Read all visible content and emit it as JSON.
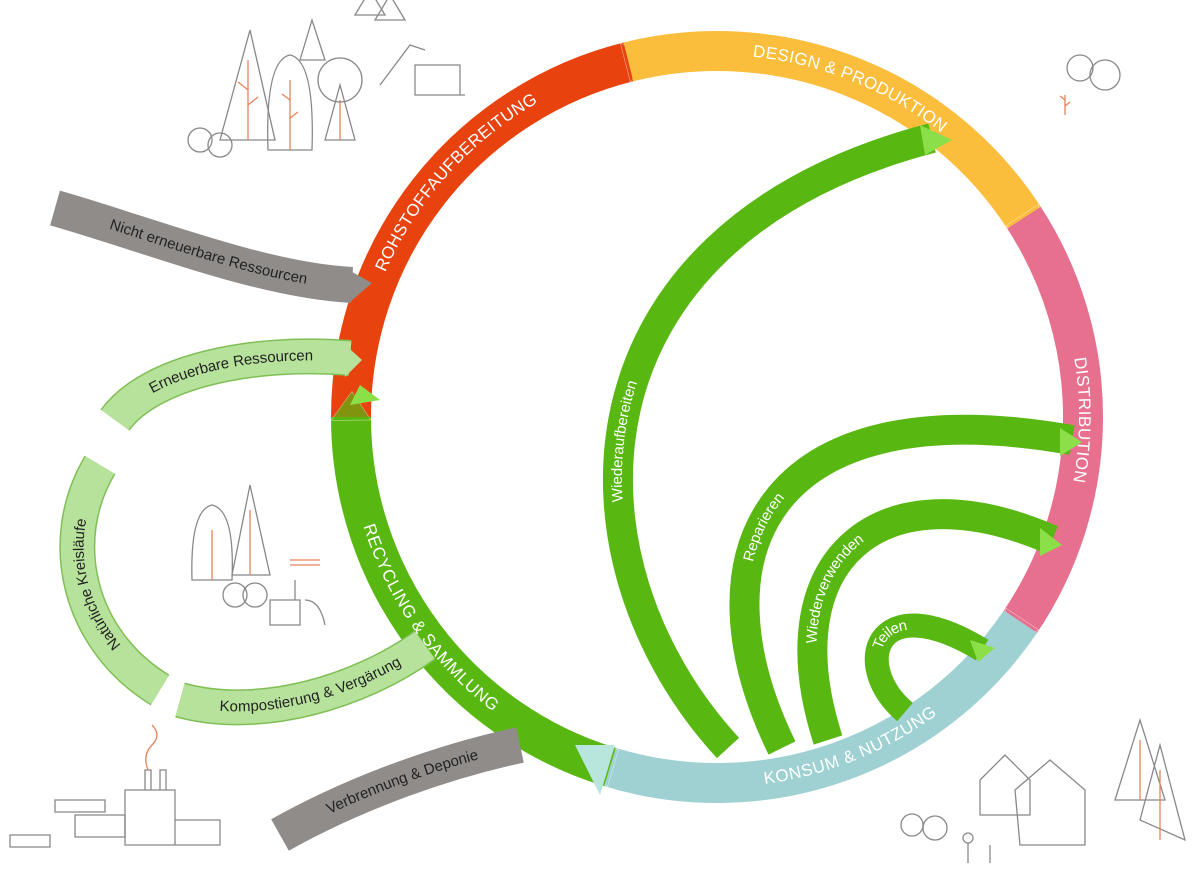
{
  "diagram": {
    "ring_segments": [
      {
        "label": "ROHSTOFFAUFBEREITUNG",
        "color": "#e8430f"
      },
      {
        "label": "DESIGN & PRODUKTION",
        "color": "#fbbd3c"
      },
      {
        "label": "DISTRIBUTION",
        "color": "#e8708f"
      },
      {
        "label": "KONSUM & NUTZUNG",
        "color": "#9fd1d3"
      },
      {
        "label": "RECYCLING & SAMMLUNG",
        "color": "#58b710"
      }
    ],
    "inner_loops": [
      {
        "label": "Wiederaufbereiten"
      },
      {
        "label": "Reparieren"
      },
      {
        "label": "Wiederverwenden"
      },
      {
        "label": "Teilen"
      }
    ],
    "side_flows": {
      "non_renewable": "Nicht erneuerbare  Ressourcen",
      "renewable": "Erneuerbare  Ressourcen",
      "natural_cycles": "Natürliche Kreisläufe",
      "composting": "Kompostierung & Vergärung",
      "incineration": "Verbrennung & Deponie"
    },
    "colors": {
      "loop_green": "#58b710",
      "light_green": "#b7e29b",
      "gray": "#8f8c8a",
      "arrow_tip_green": "#8be04a"
    }
  }
}
